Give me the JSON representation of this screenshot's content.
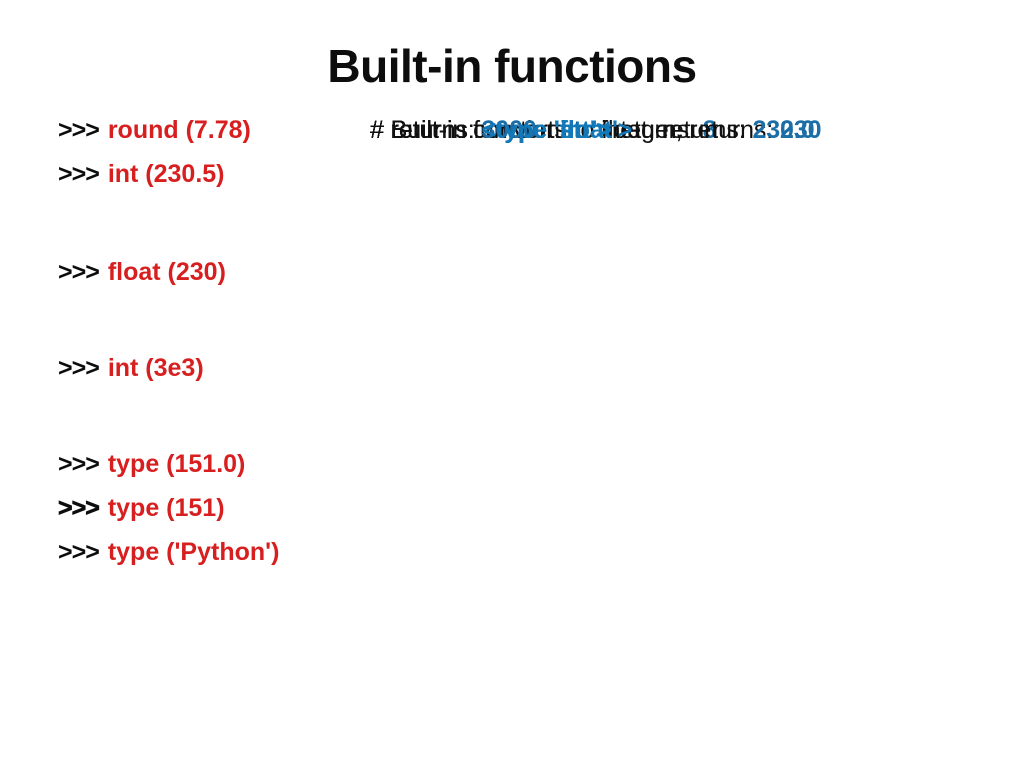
{
  "slide": {
    "title": "Built-in functions",
    "background_color": "#ffffff"
  },
  "colors": {
    "prompt": "#0d0d0d",
    "call_red": "#d81f1f",
    "comment_black": "#111111",
    "return_number_blue": "#1b6ea6",
    "return_type_blue": "#1278b8",
    "title_black": "#0d0d0d"
  },
  "code_lines": [
    {
      "prompt": ">>>",
      "prompt_heavy": false,
      "call": "round (7.78)",
      "comment_prefix": "# Built-in function",
      "has_tab_gap": true,
      "returns_label": "returns:",
      "return_value": "8",
      "return_kind": "number"
    },
    {
      "prompt": ">>>",
      "prompt_heavy": false,
      "call": "int (230.5)",
      "comment_prefix": "# Built-in converts to integer,",
      "has_tab_gap": false,
      "returns_label": "returns:",
      "return_value": "230",
      "return_kind": "number"
    },
    {
      "prompt": ">>>",
      "prompt_heavy": false,
      "call": "float (230)",
      "comment_prefix": "# Built-in converts to float,",
      "has_tab_gap": false,
      "returns_label": "returns:",
      "return_value": "230.0",
      "return_kind": "number"
    },
    {
      "prompt": ">>>",
      "prompt_heavy": false,
      "call": "int (3e3)",
      "comment_prefix": "#",
      "has_tab_gap": false,
      "returns_label": "returns:",
      "return_value": "3000",
      "return_kind": "number"
    },
    {
      "prompt": ">>>",
      "prompt_heavy": false,
      "call": "type (151.0)",
      "comment_prefix": "#",
      "has_tab_gap": false,
      "returns_label": "returns:",
      "return_value": "<type 'float'>",
      "return_kind": "type"
    },
    {
      "prompt": ">>>",
      "prompt_heavy": true,
      "call": "type (151)",
      "comment_prefix": "#",
      "has_tab_gap": false,
      "returns_label": "returns:",
      "return_value": "<type 'int'>",
      "return_kind": "type"
    },
    {
      "prompt": ">>>",
      "prompt_heavy": false,
      "call": "type ('Python')",
      "comment_prefix": "#",
      "has_tab_gap": false,
      "returns_label": "returns:",
      "return_value": "<type 'str'>",
      "return_kind": "type"
    }
  ]
}
